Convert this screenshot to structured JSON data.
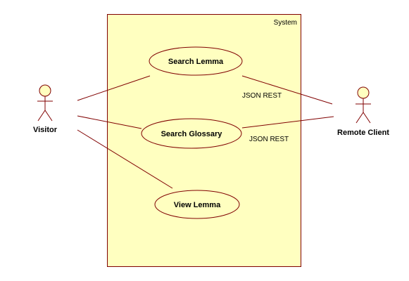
{
  "diagram": {
    "system": {
      "label": "System"
    },
    "actors": {
      "visitor": "Visitor",
      "remote_client": "Remote Client"
    },
    "use_cases": {
      "search_lemma": "Search Lemma",
      "search_glossary": "Search Glossary",
      "view_lemma": "View Lemma"
    },
    "associations": {
      "lemma_remote_label": "JSON REST",
      "glossary_remote_label": "JSON REST"
    },
    "colors": {
      "boundary_fill": "#FFFFC0",
      "usecase_fill": "#FFFFC0",
      "actor_fill": "#FFFFC0",
      "line": "#800000"
    }
  }
}
